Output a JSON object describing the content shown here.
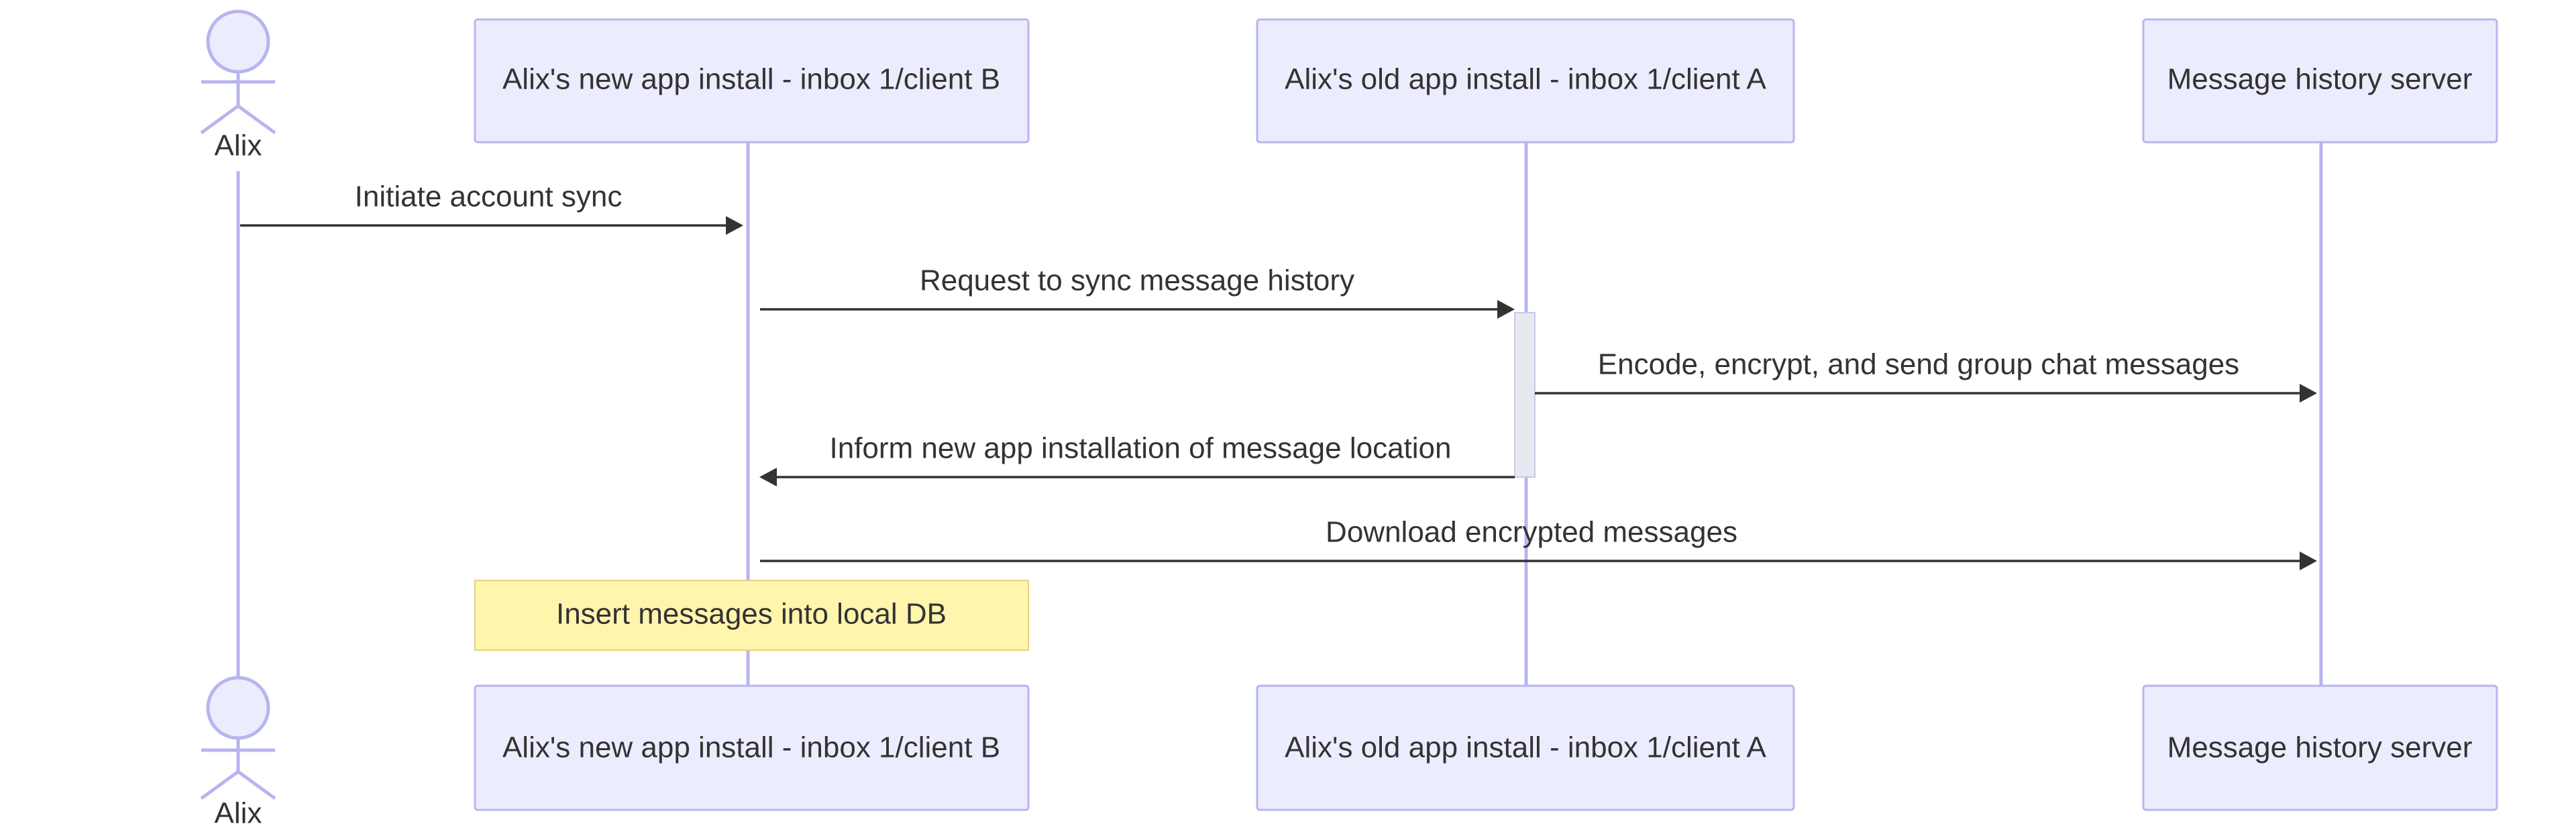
{
  "participants": {
    "actor": "Alix",
    "client_b": "Alix's new app install - inbox 1/client B",
    "client_a": "Alix's old app install - inbox 1/client A",
    "server": "Message history server"
  },
  "messages": [
    {
      "from": "actor",
      "to": "client_b",
      "text": "Initiate account sync"
    },
    {
      "from": "client_b",
      "to": "client_a",
      "text": "Request to sync message history"
    },
    {
      "from": "client_a",
      "to": "server",
      "text": "Encode, encrypt, and send group chat messages"
    },
    {
      "from": "client_a",
      "to": "client_b",
      "text": "Inform new app installation of message location"
    },
    {
      "from": "client_b",
      "to": "server",
      "text": "Download encrypted messages"
    }
  ],
  "note": {
    "over": "client_b",
    "text": "Insert messages into local DB"
  },
  "colors": {
    "participant_fill": "#ececff",
    "participant_border": "#b7b5ef",
    "lifeline": "#b7b5ef",
    "message_line": "#333333",
    "note_fill": "#fff5ad",
    "note_border": "#e6d280",
    "activation_fill": "#e8e8f0"
  }
}
